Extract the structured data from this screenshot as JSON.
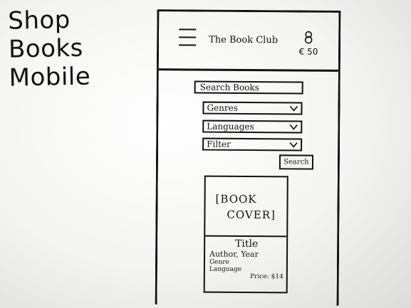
{
  "board": {
    "title_lines": [
      "Shop",
      "Books",
      "Mobile"
    ]
  },
  "header": {
    "menu_icon": "hamburger-icon",
    "title": "The Book Club",
    "cart_icon": "cart-icon",
    "cart_amount": "€ 50"
  },
  "search": {
    "placeholder": "Search Books",
    "selects": {
      "genres": "Genres",
      "languages": "Languages",
      "filter": "Filter"
    },
    "button_label": "Search"
  },
  "book": {
    "cover_line1": "[BOOK",
    "cover_line2": "COVER]",
    "title": "Title",
    "author_year": "Author, Year",
    "genre": "Genre",
    "language": "Language",
    "price": "Price: $14"
  }
}
